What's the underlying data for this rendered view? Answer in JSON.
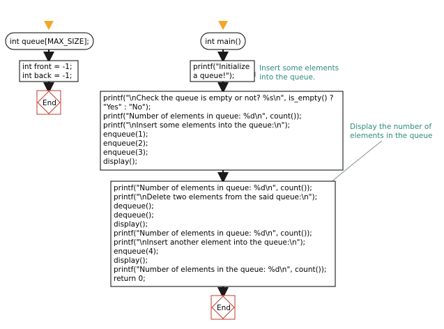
{
  "left_flow": {
    "start_label": "int queue[MAX_SIZE];",
    "init_lines": [
      "int front = -1;",
      "int back = -1;"
    ],
    "end_label": "End"
  },
  "main_flow": {
    "start_label": "int main()",
    "init_lines": [
      "printf(\"Initialize",
      "a queue!\");"
    ],
    "block1_lines": [
      "printf(\"\\nCheck the queue is empty or not? %s\\n\", is_empty() ?",
      "\"Yes\" : \"No\");",
      "printf(\"Number of elements in queue: %d\\n\", count());",
      "printf(\"\\nInsert some elements into the queue:\\n\");",
      "enqueue(1);",
      "enqueue(2);",
      "enqueue(3);",
      "display();"
    ],
    "block2_lines": [
      "printf(\"Number of elements in queue: %d\\n\", count());",
      "printf(\"\\nDelete two elements from the said queue:\\n\");",
      "dequeue();",
      "dequeue();",
      "display();",
      "printf(\"Number of elements in queue: %d\\n\", count());",
      "printf(\"\\nInsert another element into the queue:\\n\");",
      "enqueue(4);",
      "display();",
      "printf(\"Number of elements in the queue: %d\\n\", count());",
      "return 0;"
    ],
    "end_label": "End"
  },
  "notes": [
    {
      "lines": [
        "Insert some elements",
        "into the queue."
      ]
    },
    {
      "lines": [
        "Display the number of",
        "elements in the queue"
      ]
    }
  ],
  "colors": {
    "start_arrow": "#f5a623",
    "flow_arrow": "#1a1a1a",
    "end_border": "#c0392b",
    "note_text": "#2e8b7a",
    "note_line": "#7f8c8d"
  }
}
